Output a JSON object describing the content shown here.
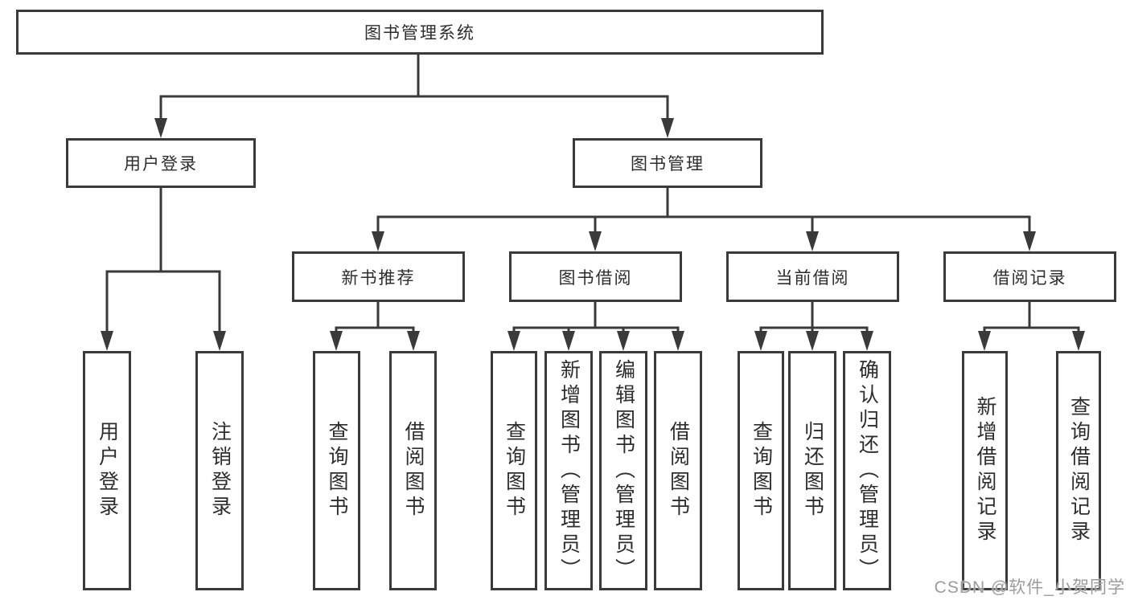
{
  "diagram": {
    "root": {
      "label": "图书管理系统"
    },
    "user_login": {
      "label": "用户登录",
      "children": {
        "login": {
          "label": "用户登录"
        },
        "logout": {
          "label": "注销登录"
        }
      }
    },
    "book_mgmt": {
      "label": "图书管理",
      "children": {
        "new_books": {
          "label": "新书推荐",
          "children": {
            "query": {
              "label": "查询图书"
            },
            "borrow": {
              "label": "借阅图书"
            }
          }
        },
        "book_borrow": {
          "label": "图书借阅",
          "children": {
            "query": {
              "label": "查询图书"
            },
            "add": {
              "label": "新增图书（管理员）"
            },
            "edit": {
              "label": "编辑图书（管理员）"
            },
            "borrow": {
              "label": "借阅图书"
            }
          }
        },
        "current_borrow": {
          "label": "当前借阅",
          "children": {
            "query": {
              "label": "查询图书"
            },
            "return": {
              "label": "归还图书"
            },
            "confirm_return": {
              "label": "确认归还（管理员）"
            }
          }
        },
        "borrow_records": {
          "label": "借阅记录",
          "children": {
            "add_record": {
              "label": "新增借阅记录"
            },
            "query_record": {
              "label": "查询借阅记录"
            }
          }
        }
      }
    }
  },
  "watermark": {
    "text": "CSDN @软件_小贺同学"
  },
  "colors": {
    "line": "#3a3a3a",
    "text": "#2d2d2d",
    "watermark": "#9c9c9c",
    "box_background": "#ffffff"
  }
}
